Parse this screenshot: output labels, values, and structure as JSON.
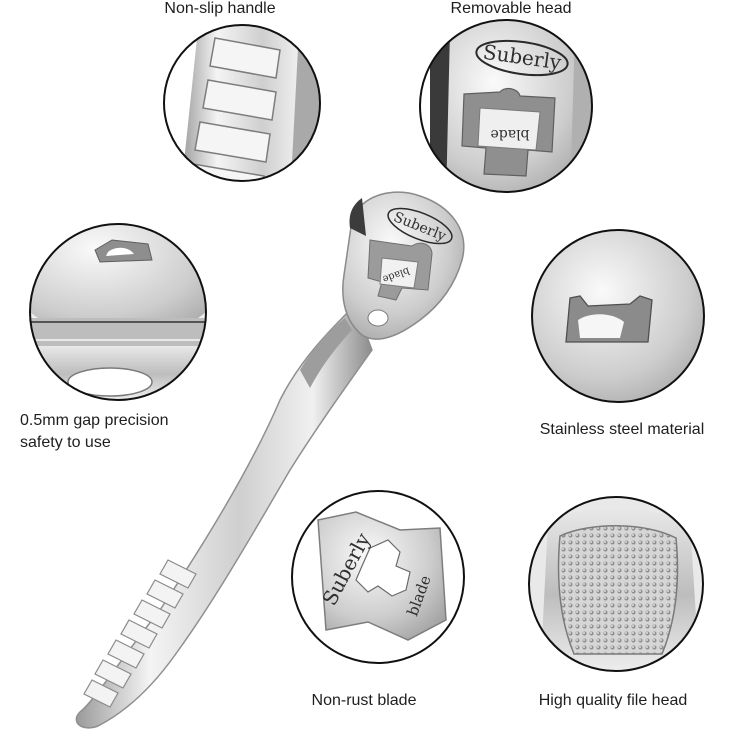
{
  "labels": {
    "non_slip_handle": "Non-slip handle",
    "removable_head": "Removable head",
    "gap_line1": "0.5mm gap precision",
    "gap_line2": "safety to use",
    "stainless": "Stainless steel material",
    "non_rust_blade": "Non-rust blade",
    "file_head": "High quality file head"
  },
  "engraving": {
    "brand": "Suberly",
    "blade": "blade"
  },
  "colors": {
    "steel_light": "#f2f2f2",
    "steel_mid": "#c9c9c9",
    "steel_dark": "#8a8a8a",
    "outline": "#111111",
    "text": "#1e1e1e"
  }
}
